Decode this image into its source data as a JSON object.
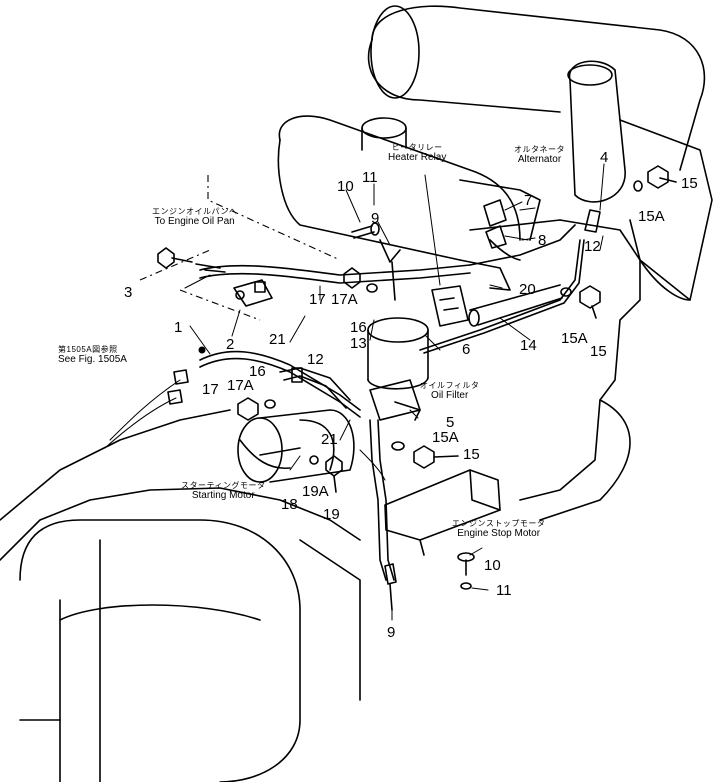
{
  "callouts": {
    "1": "1",
    "2": "2",
    "3": "3",
    "4": "4",
    "5": "5",
    "6": "6",
    "7": "7",
    "8": "8",
    "9a": "9",
    "9b": "9",
    "10a": "10",
    "10b": "10",
    "11a": "11",
    "11b": "11",
    "12a": "12",
    "12b": "12",
    "13": "13",
    "14": "14",
    "15a": "15",
    "15b": "15",
    "15c": "15",
    "15Aa": "15A",
    "15Ab": "15A",
    "15Ac": "15A",
    "16a": "16",
    "16b": "16",
    "17a": "17",
    "17b": "17",
    "17Aa": "17A",
    "17Ab": "17A",
    "18": "18",
    "19": "19",
    "19A": "19A",
    "20": "20",
    "21a": "21",
    "21b": "21"
  },
  "labels": {
    "heater_relay": {
      "jp": "ヒータリレー",
      "en": "Heater Relay"
    },
    "alternator": {
      "jp": "オルタネータ",
      "en": "Alternator"
    },
    "engine_oil_pan": {
      "jp": "エンジンオイルパンへ",
      "en": "To Engine Oil Pan"
    },
    "see_fig": {
      "jp": "第1505A図参照",
      "en": "See Fig. 1505A"
    },
    "oil_filter": {
      "jp": "オイルフィルタ",
      "en": "Oil Filter"
    },
    "starting_motor": {
      "jp": "スターティングモータ",
      "en": "Starting Motor"
    },
    "engine_stop_motor": {
      "jp": "エンジンストップモータ",
      "en": "Engine Stop Motor"
    }
  },
  "icons": [
    "engine-outline",
    "alternator",
    "oil-filter",
    "starting-motor",
    "engine-stop-motor",
    "heater-relay",
    "wiring-harness"
  ]
}
